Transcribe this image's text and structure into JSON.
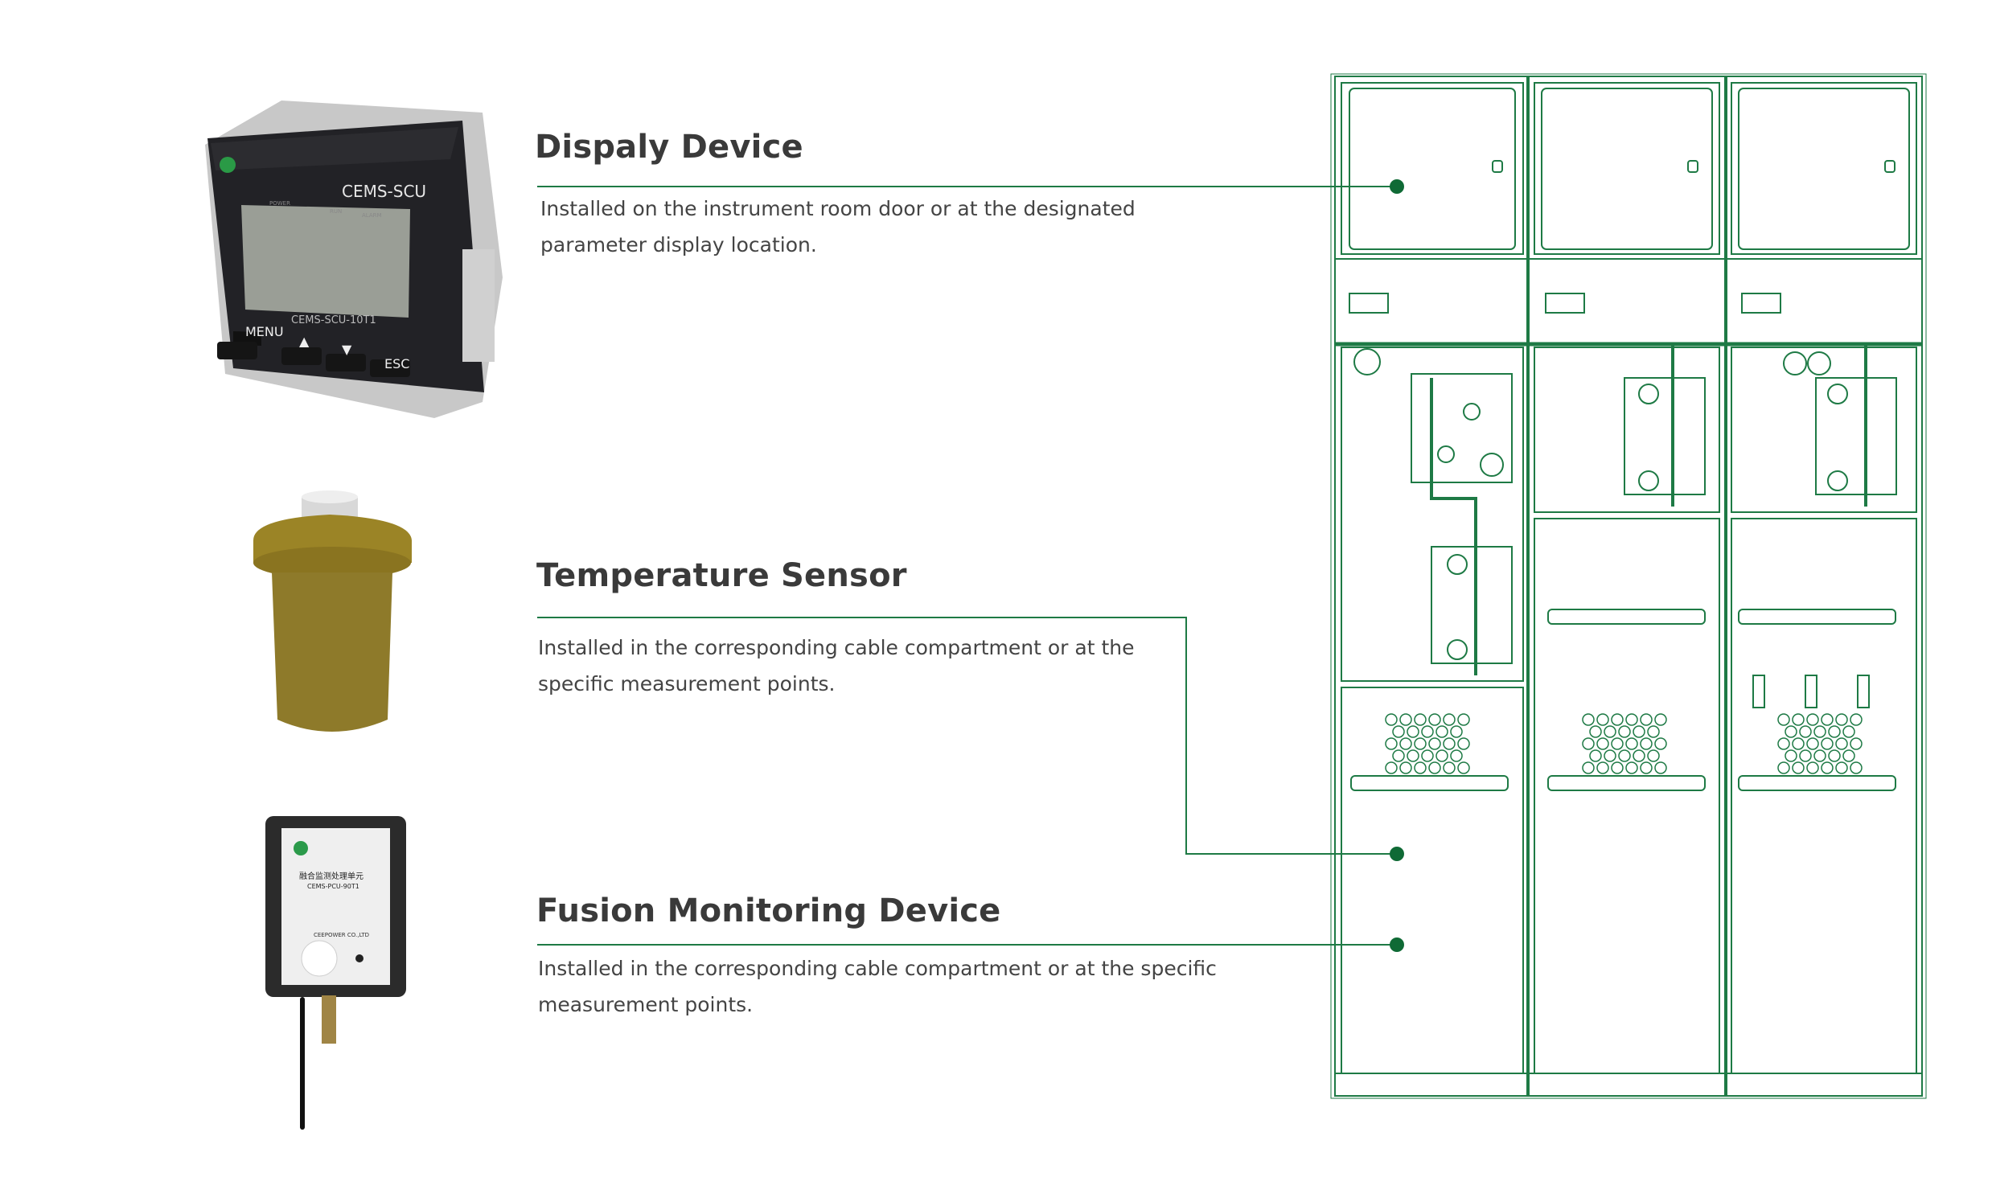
{
  "colors": {
    "accent": "#1e7a45",
    "dot": "#0f6a35",
    "text": "#3a3a3a"
  },
  "devices": [
    {
      "title": "Dispaly Device",
      "description": "Installed on the instrument room door or at the designated parameter display location.",
      "product_labels": {
        "brand": "CEMS-SCU",
        "model": "CEMS-SCU-10T1",
        "menu": "MENU",
        "up": "▲",
        "down": "▼",
        "esc": "ESC",
        "leds": [
          "POWER",
          "RUN",
          "ALARM"
        ]
      }
    },
    {
      "title": "Temperature Sensor",
      "description": "Installed in the corresponding cable compartment or at the specific measurement points."
    },
    {
      "title": "Fusion Monitoring Device",
      "description": "Installed in the corresponding cable compartment or at the specific measurement points.",
      "product_labels": {
        "name_cn": "融合监测处理单元",
        "model": "CEMS-PCU-90T1",
        "company": "CEEPOWER CO.,LTD"
      }
    }
  ],
  "cabinet": {
    "columns": 3
  }
}
